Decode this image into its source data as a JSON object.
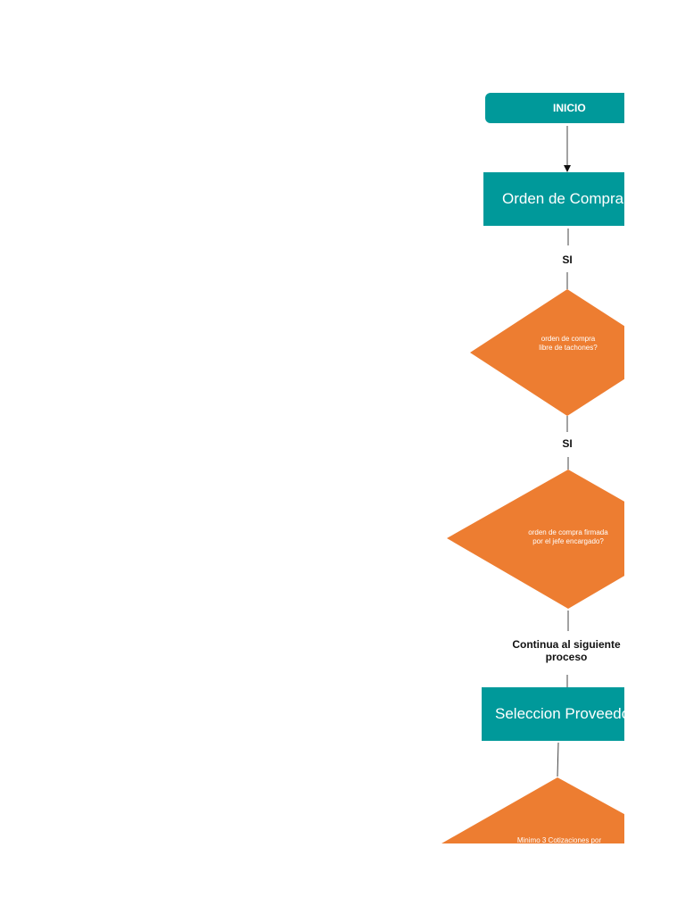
{
  "flowchart": {
    "start_label": "INICIO",
    "process_orden_label": "Orden de Compra",
    "si_label_1": "SI",
    "decision_libre_text": "orden  de compra\nlibre de tachones?",
    "si_label_2": "SI",
    "decision_firmada_text": "orden  de compra firmada\npor el jefe encargado?",
    "continue_label": "Continua al siguiente\nproceso",
    "process_seleccion_label": "Seleccion Proveedores",
    "decision_cotizaciones_text": "Minimo 3 Cotizaciones por"
  },
  "colors": {
    "process_fill": "#00999a",
    "decision_fill": "#ed7d31",
    "connector": "#444444",
    "text_on_shape": "#ffffff"
  }
}
